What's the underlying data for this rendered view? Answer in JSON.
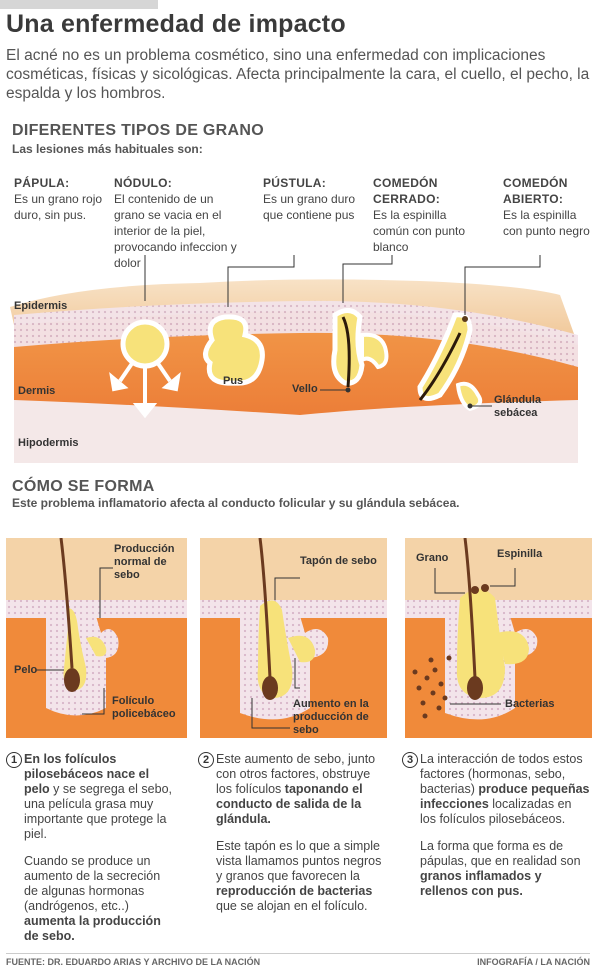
{
  "header": {
    "title": "Una enfermedad de impacto",
    "intro": "El acné no es un problema cosmético, sino una enfermedad con implicaciones cosméticas, físicas y sicológicas. Afecta principalmente la cara, el cuello, el pecho, la espalda y los hombros."
  },
  "types_section": {
    "title": "DIFERENTES TIPOS DE GRANO",
    "subtitle": "Las lesiones más habituales son:",
    "items": [
      {
        "name": "PÁPULA:",
        "desc": "Es un grano rojo duro, sin pus."
      },
      {
        "name": "NÓDULO:",
        "desc": "El contenido de un grano se vacia en el interior de la piel, provocando infeccion y dolor"
      },
      {
        "name": "PÚSTULA:",
        "desc": "Es un grano duro que contiene pus"
      },
      {
        "name": "COMEDÓN CERRADO:",
        "desc": "Es la espinilla común con punto blanco"
      },
      {
        "name": "COMEDÓN ABIERTO:",
        "desc": "Es la espinilla con punto negro"
      }
    ],
    "diagram_labels": {
      "epidermis": "Epidermis",
      "dermis": "Dermis",
      "hipodermis": "Hipodermis",
      "pus": "Pus",
      "vello": "Vello",
      "glandula": "Glándula sebácea"
    }
  },
  "how_section": {
    "title": "CÓMO SE FORMA",
    "subtitle": "Este problema inflamatorio afecta al conducto folicular y su glándula sebácea.",
    "panel1": {
      "sebo": "Producción normal de sebo",
      "pelo": "Pelo",
      "foliculo": "Folículo policebáceo"
    },
    "panel2": {
      "tapon": "Tapón de sebo",
      "aumento": "Aumento en la producción de sebo"
    },
    "panel3": {
      "grano": "Grano",
      "espinilla": "Espinilla",
      "bacterias": "Bacterias"
    }
  },
  "steps": [
    {
      "num": "1",
      "p1_a": "En los folículos pilosebáceos nace el pelo",
      "p1_b": " y se segrega el sebo, una película grasa muy importante que protege la piel.",
      "p2_a": "Cuando se produce un aumento de la secreción de algunas hormonas (andrógenos, etc..) ",
      "p2_b": "aumenta la producción de sebo."
    },
    {
      "num": "2",
      "p1_a": "Este aumento de sebo, junto con otros factores, obstruye los folículos ",
      "p1_b": "taponando el conducto de salida de la glándula.",
      "p2_a": "Este tapón es lo que a simple vista llamamos puntos negros y granos que favorecen la ",
      "p2_b": "reproducción de bacterias",
      "p2_c": " que se alojan en el folículo."
    },
    {
      "num": "3",
      "p1_a": "La interacción de todos estos factores (hormonas, sebo, bacterias) ",
      "p1_b": "produce pequeñas infecciones",
      "p1_c": " localizadas en los folículos pilosebáceos.",
      "p2_a": "La forma que forma es de pápulas, que en realidad son ",
      "p2_b": "granos inflamados y  rellenos con pus."
    }
  ],
  "footer": {
    "source": "FUENTE: DR. EDUARDO ARIAS Y ARCHIVO DE LA NACIÓN",
    "credit": "INFOGRAFÍA / LA NACIÓN"
  },
  "colors": {
    "skin_top": "#f4d3a8",
    "dermis": "#f08a3a",
    "sebum": "#f7e36a",
    "hypodermis": "#f3e6e6"
  }
}
